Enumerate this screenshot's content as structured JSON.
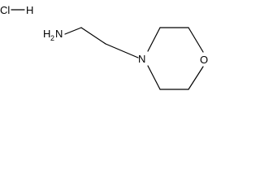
{
  "structure": {
    "salt": {
      "cl": "Cl",
      "h": "H"
    },
    "amine": {
      "n": "N",
      "h": "H",
      "subscript": "2"
    },
    "ring": {
      "n": "N",
      "o": "O"
    }
  }
}
